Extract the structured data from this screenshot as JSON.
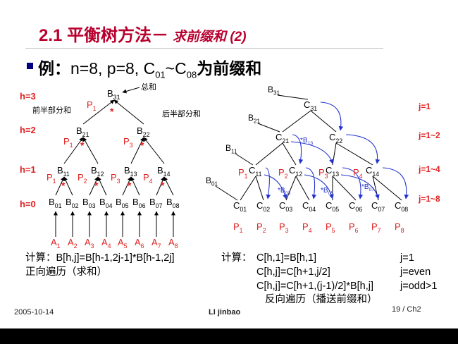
{
  "title": {
    "section": "2.1",
    "main": "平衡树方法－",
    "sub": "求前缀和 (2)"
  },
  "example": {
    "bullet_label": "例：",
    "prefix": "n=8, p=8, C",
    "sub_start": "01",
    "tilde": "~C",
    "sub_end": "08",
    "suffix": "为前缀和"
  },
  "left_tree": {
    "level_labels": [
      "h=3",
      "h=2",
      "h=1",
      "h=0"
    ],
    "annotations": {
      "sum": "总和",
      "first_half": "前半部分和",
      "second_half": "后半部分和"
    },
    "nodes": [
      "B31",
      "B21",
      "B22",
      "B11",
      "B12",
      "B13",
      "B14",
      "B01",
      "B02",
      "B03",
      "B04",
      "B05",
      "B06",
      "B07",
      "B08"
    ],
    "processors": [
      "P1",
      "P1",
      "P3",
      "P1",
      "P2",
      "P3",
      "P4"
    ],
    "mult_sign": "*",
    "inputs": [
      "A1",
      "A2",
      "A3",
      "A4",
      "A5",
      "A6",
      "A7",
      "A8"
    ]
  },
  "right_tree": {
    "b_labels": [
      "B31",
      "B21",
      "B11",
      "B01"
    ],
    "c_nodes": [
      "C31",
      "C21",
      "C22",
      "C11",
      "C12",
      "C13",
      "C14",
      "C01",
      "C02",
      "C03",
      "C04",
      "C05",
      "C06",
      "C07",
      "C08"
    ],
    "processors": [
      "P1",
      "P2",
      "P3",
      "P4"
    ],
    "bottom_processors": [
      "P1",
      "P2",
      "P3",
      "P4",
      "P5",
      "P6",
      "P7",
      "P8"
    ],
    "mult_labels": [
      "*B13",
      "*B03",
      "*B05",
      "*B07"
    ],
    "range_labels": [
      "j=1",
      "j=1~2",
      "j=1~4",
      "j=1~8"
    ]
  },
  "left_notes": {
    "calc": "计算：B[h,j]=B[h-1,2j-1]*B[h-1,2j]",
    "traversal": "正向遍历（求和）"
  },
  "right_notes": {
    "calc_label": "计算：",
    "rules": [
      {
        "formula": "C[h,1]=B[h,1]",
        "condition": "j=1"
      },
      {
        "formula": "C[h,j]=C[h+1,j/2]",
        "condition": "j=even"
      },
      {
        "formula": "C[h,j]=C[h+1,(j-1)/2]*B[h,j]",
        "condition": "j=odd>1"
      }
    ],
    "traversal": "反向遍历（播送前缀和）"
  },
  "footer": {
    "date": "2005-10-14",
    "author": "LI jinbao",
    "page": "19 / Ch2"
  },
  "colors": {
    "title": "#b8002e",
    "processor": "#e02020",
    "blue": "#2233cc",
    "bullet": "#000080"
  }
}
